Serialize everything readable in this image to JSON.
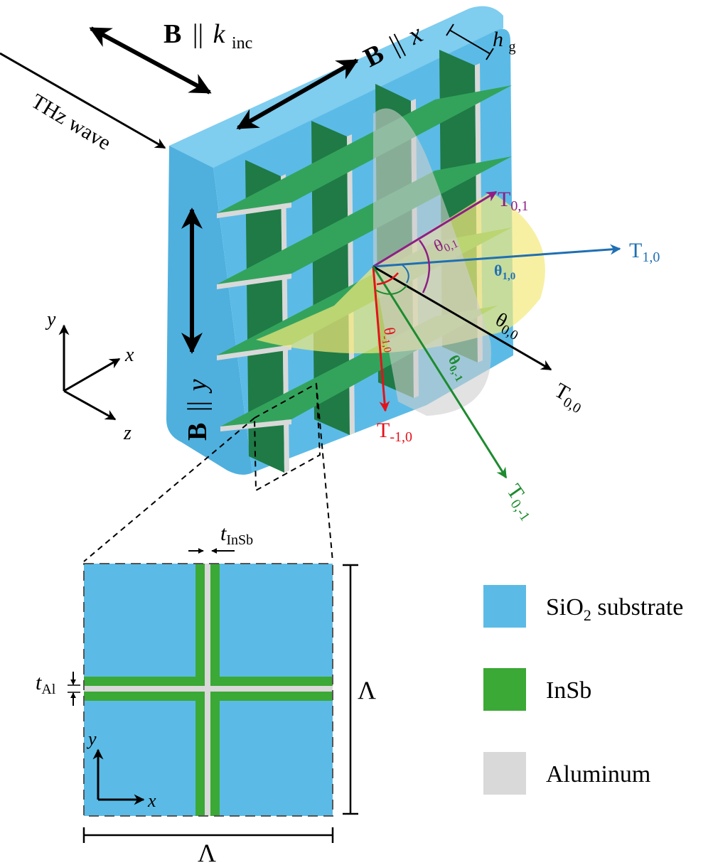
{
  "labels": {
    "b_kinc_B": "B",
    "b_kinc_par": "||",
    "b_kinc_k": "k",
    "b_kinc_sub": "inc",
    "b_x_B": "B",
    "b_x_par": "||",
    "b_x_var": "x",
    "b_y_B": "B",
    "b_y_par": "||",
    "b_y_var": "y",
    "hg_main": "h",
    "hg_sub": "g",
    "thz": "THz wave",
    "axis_x": "x",
    "axis_y": "y",
    "axis_z": "z",
    "cell_x": "x",
    "cell_y": "y",
    "lambda_side": "Λ",
    "lambda_bottom": "Λ",
    "t_insb_main": "t",
    "t_insb_sub": "InSb",
    "t_al_main": "t",
    "t_al_sub": "Al"
  },
  "orders": {
    "T01": {
      "main": "T",
      "sub": "0,1",
      "angle": "θ",
      "angle_sub": "0,1",
      "color": "#8e1e85"
    },
    "T10": {
      "main": "T",
      "sub": "1,0",
      "angle": "θ",
      "angle_sub": "1,0",
      "color": "#1f6fb2"
    },
    "T00": {
      "main": "T",
      "sub": "0,0",
      "angle": "θ",
      "angle_sub": "0,0",
      "color": "#000000"
    },
    "Tm10": {
      "main": "T",
      "sub": "-1,0",
      "angle": "θ",
      "angle_sub": "-1,0",
      "color": "#e3131b"
    },
    "T0m1": {
      "main": "T",
      "sub": "0,-1",
      "angle": "θ",
      "angle_sub": "0,-1",
      "color": "#1d8b2f"
    }
  },
  "legend": [
    {
      "label_main": "SiO",
      "label_sub": "2",
      "label_tail": " substrate",
      "color": "#5bbbe6"
    },
    {
      "label_main": "InSb",
      "label_sub": "",
      "label_tail": "",
      "color": "#3ba935"
    },
    {
      "label_main": "Aluminum",
      "label_sub": "",
      "label_tail": "",
      "color": "#d9d9d9"
    }
  ],
  "colors": {
    "substrate": "#5bbbe6",
    "substrate_edge": "#4aa8d6",
    "insb_light": "#33a35c",
    "insb_dark": "#1f7a45",
    "aluminum": "#d9d9d9",
    "yellow_cone": "#f4ea7c",
    "gray_cone": "#cfcfcf"
  }
}
